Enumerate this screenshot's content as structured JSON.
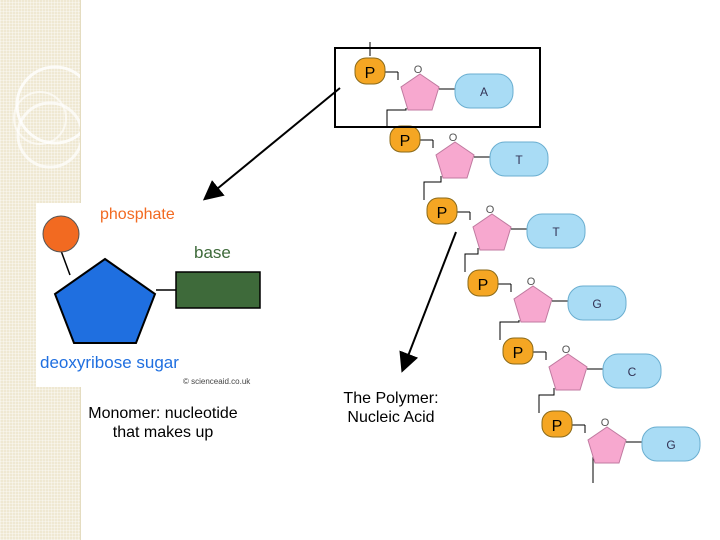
{
  "colors": {
    "sidebar": "#efe8d2",
    "phosphate_circle": "#f26a21",
    "phosphate_label": "#f26a21",
    "sugar": "#1f6fe0",
    "base_rect": "#3e6a3a",
    "base_label": "#3e6a3a",
    "sugar_label": "#1f6fe0",
    "chain_phosphate": "#f5a623",
    "chain_sugar": "#f7a8cf",
    "chain_base": "#a9dcf5"
  },
  "monomer": {
    "phosphate_label": "phosphate",
    "base_label": "base",
    "sugar_label": "deoxyribose sugar",
    "credit": "© scienceaid.co.uk"
  },
  "chain": {
    "phosphate_symbol": "P",
    "oxygen_symbol": "O",
    "bases": [
      "A",
      "T",
      "T",
      "G",
      "C",
      "G"
    ]
  },
  "captions": {
    "monomer": "Monomer: nucleotide that makes up",
    "polymer": "The Polymer: Nucleic Acid"
  }
}
